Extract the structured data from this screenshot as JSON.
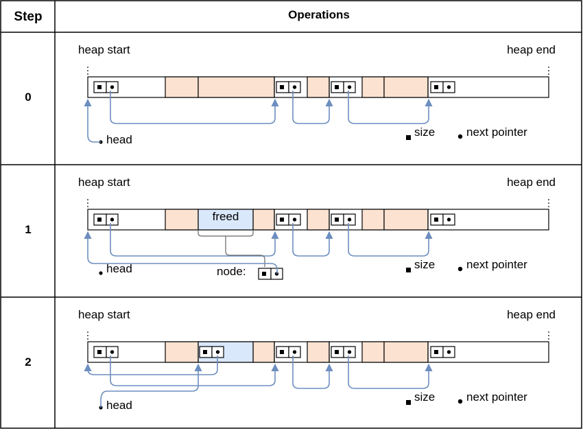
{
  "table": {
    "header_step": "Step",
    "header_operations": "Operations"
  },
  "rows": [
    {
      "step": "0",
      "heap_start": "heap start",
      "heap_end": "heap end",
      "head": "head",
      "size": "size",
      "next_pointer": "next pointer"
    },
    {
      "step": "1",
      "heap_start": "heap start",
      "heap_end": "heap end",
      "head": "head",
      "size": "size",
      "next_pointer": "next pointer",
      "freed": "freed",
      "node": "node:"
    },
    {
      "step": "2",
      "heap_start": "heap start",
      "heap_end": "heap end",
      "head": "head",
      "size": "size",
      "next_pointer": "next pointer"
    }
  ],
  "colors": {
    "allocated": "#fbe2d1",
    "freed": "#dae8fc",
    "arrow": "#6c8ebf",
    "border": "#000000"
  }
}
